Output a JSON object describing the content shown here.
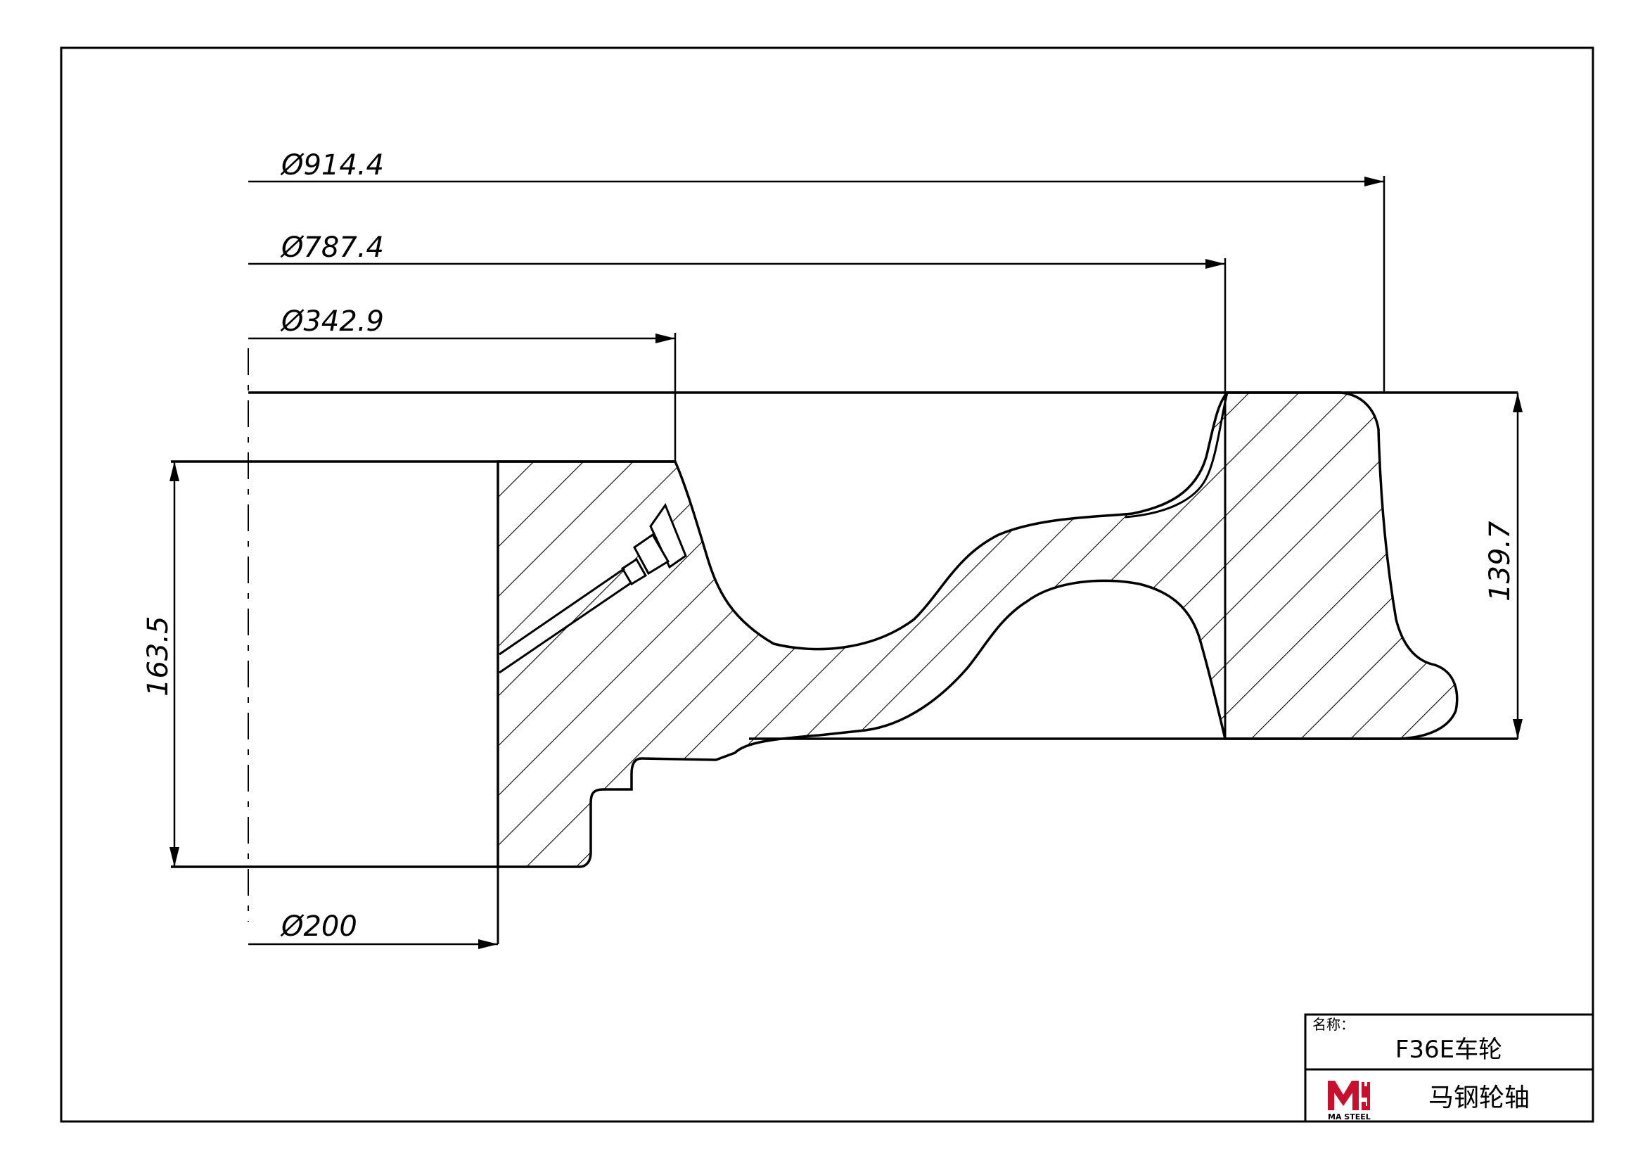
{
  "dimensions": {
    "d_914": "Ø914.4",
    "d_787": "Ø787.4",
    "d_342": "Ø342.9",
    "d_200": "Ø200",
    "h_163": "163.5",
    "h_139": "139.7"
  },
  "title_block": {
    "name_label": "名称：",
    "part_name": "F36E车轮",
    "company": "马钢轮轴",
    "logo_text": "MA STEEL",
    "logo_mark": "MG",
    "logo_color": "#c8102e"
  }
}
